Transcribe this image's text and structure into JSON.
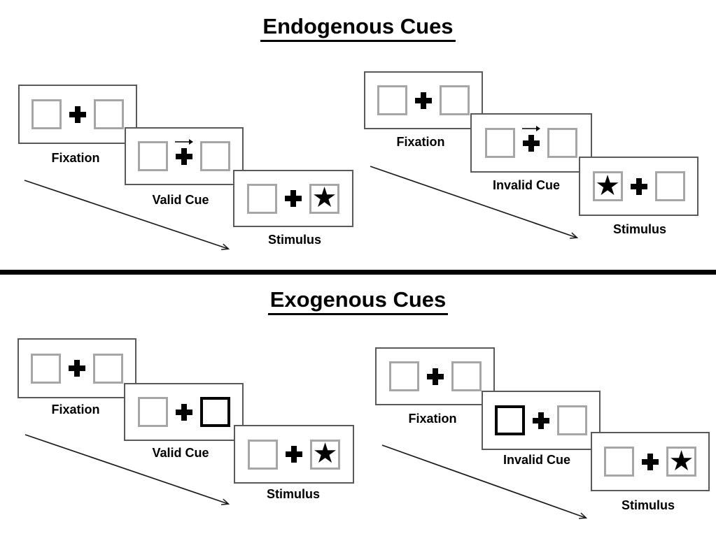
{
  "icons": {
    "star": "★",
    "cue_arrow": "→",
    "fixation_cross": "+"
  },
  "colors": {
    "panel_border": "#595959",
    "box_border": "#a6a6a6",
    "cue_highlight_border": "#000000",
    "ink": "#000000",
    "divider": "#000000"
  },
  "sections": [
    {
      "title": "Endogenous Cues",
      "sequences": [
        {
          "name": "valid",
          "steps": [
            {
              "label": "Fixation",
              "left_box": "empty",
              "right_box": "empty",
              "central_cue_arrow": false
            },
            {
              "label": "Valid Cue",
              "left_box": "empty",
              "right_box": "empty",
              "central_cue_arrow": true,
              "cue_direction": "right"
            },
            {
              "label": "Stimulus",
              "left_box": "empty",
              "right_box": "star",
              "central_cue_arrow": false
            }
          ]
        },
        {
          "name": "invalid",
          "steps": [
            {
              "label": "Fixation",
              "left_box": "empty",
              "right_box": "empty",
              "central_cue_arrow": false
            },
            {
              "label": "Invalid Cue",
              "left_box": "empty",
              "right_box": "empty",
              "central_cue_arrow": true,
              "cue_direction": "right"
            },
            {
              "label": "Stimulus",
              "left_box": "star",
              "right_box": "empty",
              "central_cue_arrow": false
            }
          ]
        }
      ]
    },
    {
      "title": "Exogenous Cues",
      "sequences": [
        {
          "name": "valid",
          "steps": [
            {
              "label": "Fixation",
              "left_box": "empty",
              "right_box": "empty"
            },
            {
              "label": "Valid Cue",
              "left_box": "empty",
              "right_box": "highlighted"
            },
            {
              "label": "Stimulus",
              "left_box": "empty",
              "right_box": "star"
            }
          ]
        },
        {
          "name": "invalid",
          "steps": [
            {
              "label": "Fixation",
              "left_box": "empty",
              "right_box": "empty"
            },
            {
              "label": "Invalid Cue",
              "left_box": "highlighted",
              "right_box": "empty"
            },
            {
              "label": "Stimulus",
              "left_box": "empty",
              "right_box": "star"
            }
          ]
        }
      ]
    }
  ]
}
